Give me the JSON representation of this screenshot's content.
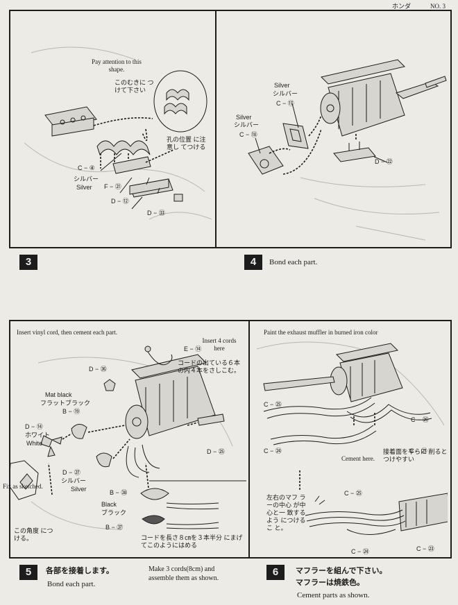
{
  "header": {
    "maker": "ホンダ",
    "page": "NO. 3"
  },
  "step3": {
    "number": "3",
    "pay_attention": "Pay attention to this shape.",
    "jp_direction": "このむきに つけて下さい",
    "jp_hole": "孔の位置 に注意し てつける",
    "c4": "C − ④",
    "silver_jp": "シルバー",
    "silver_en": "Silver",
    "f21": "F − ㉑",
    "d12": "D − ⑫",
    "d33": "D − ㉝"
  },
  "step4": {
    "number": "4",
    "caption": "Bond each part.",
    "silver1_en": "Silver",
    "silver1_jp": "シルバー",
    "c17": "C − ⑰",
    "silver2_en": "Silver",
    "silver2_jp": "シルバー",
    "c18": "C − ⑱",
    "d22": "D − ㉒"
  },
  "step5": {
    "number": "5",
    "instruction": "Insert vinyl cord, then cement each part.",
    "insert4": "Insert 4 cords here",
    "e14": "E − ⑭",
    "jp_cord": "コードの出ている６本 の内４本をさしこむ。",
    "d36": "D − ㊱",
    "mat_black": "Mat black",
    "flat_black_jp": "フラットブラック",
    "b19": "B − ⑲",
    "d14": "D − ⑭",
    "white_jp": "ホワイト",
    "white_en": "White",
    "d25": "D − ㉕",
    "d27": "D − ㉗",
    "silver_jp": "シルバー",
    "silver_en": "Silver",
    "fix": "Fix as sketched.",
    "angle_jp": "この角度 につける。",
    "b38": "B − ㊳",
    "black_en": "Black",
    "black_jp": "ブラック",
    "b37": "B − ㊲",
    "cord_jp": "コードを長さ８㎝を３本半分 にまげてこのようにはめる",
    "cap_jp": "各部を接着します。",
    "cap_en": "Bond each part.",
    "make3": "Make 3 cords(8cm) and assemble them as shown."
  },
  "step6": {
    "number": "6",
    "paint": "Paint the exhaust muffler in burned iron color",
    "c25a": "C − ㉕",
    "c26": "C − ㉖",
    "c24a": "C − ㉔",
    "c23a": "C − ㉓",
    "cement_here": "Cement here.",
    "jp_flat": "接着面を平らに 削るとつけやすい",
    "jp_muffler": "左右のマフ ラーの中心 が中心と一 致するよう につけるこ と。",
    "c25b": "C − ㉕",
    "c24b": "C − ㉔",
    "c23b": "C − ㉓",
    "cap_jp1": "マフラーを組んで下さい。",
    "cap_jp2": "マフラーは焼鉄色。",
    "cap_en": "Cement parts as shown."
  }
}
